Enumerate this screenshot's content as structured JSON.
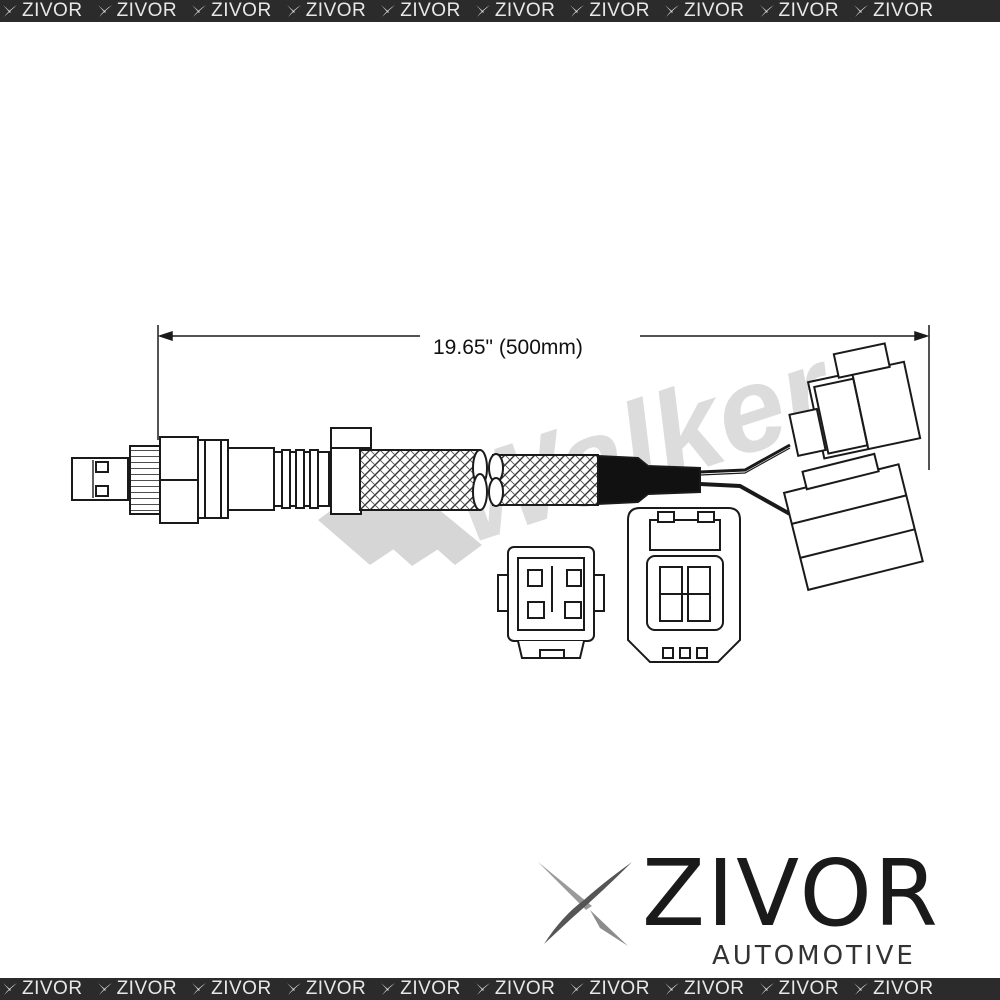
{
  "banner": {
    "text": "ZIVOR",
    "repeat_count": 10
  },
  "diagram": {
    "length_label": "19.65\" (500mm)",
    "watermark_text": "Walker",
    "line_color": "#1a1a1a",
    "watermark_color": "#d9d9d9"
  },
  "logo": {
    "name": "ZIVOR",
    "tagline": "AUTOMOTIVE",
    "icon": "x-swoosh-icon"
  }
}
